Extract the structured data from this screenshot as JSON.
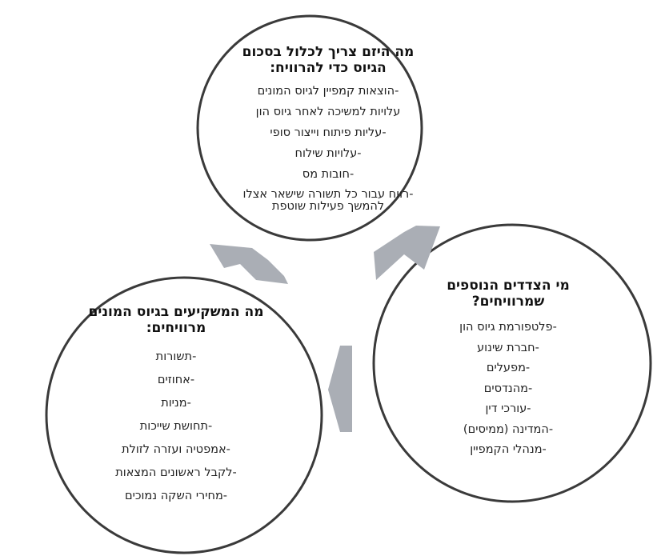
{
  "top_bubble": {
    "title": "מה היזם צריך לכלול בסכום הגיוס כדי להרוויח:",
    "items": [
      "-הוצאות קמפיין לגיוס המונים",
      "עלויות למשיכה לאחר גיוס הון",
      "-עליות פיתוח וייצור סופי",
      "-עלויות שילוח",
      "-חובות מס",
      "-רווח עבור כל תשורה שישאר אצלו להמשך פעילות שוטפת"
    ]
  },
  "right_bubble": {
    "title": "מי הצדדים הנוספים שמרוויחים?",
    "items": [
      "-פלטפורמת גיוס הון",
      "-חברת שינוע",
      "-מפעלים",
      "-מהנדסים",
      "-עורכי דין",
      "-המדינה (ממיסים)",
      "-מנהלי הקמפיין"
    ]
  },
  "left_bubble": {
    "title": "מה המשקיעים בגיוס המונים מרוויחים:",
    "items": [
      "-תשורות",
      "-אחוזים",
      "-מניות",
      "-תחושת שייכות",
      "-אמפטיה ועזרה לזולת",
      "-לקבל ראשונים המצאות",
      "-מחירי השקה נמוכים"
    ]
  },
  "colors": {
    "circle_stroke": "#3a3a3a",
    "arrow_fill": "#aaaeb5",
    "text": "#222222"
  }
}
